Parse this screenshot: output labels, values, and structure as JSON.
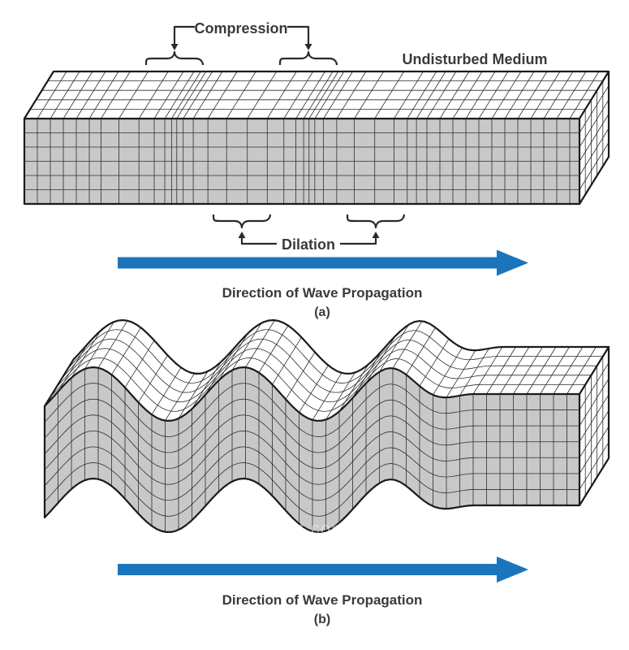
{
  "colors": {
    "arrow_blue": "#1b75bc",
    "block_gray": "#c8c8c8",
    "face_white": "#ffffff",
    "grid_line": "#2e2e2e",
    "outline": "#1b1b1b",
    "annotation": "#2a2a2a",
    "label_text": "#3a3a3a"
  },
  "diagram_a": {
    "compression_label": "Compression",
    "undisturbed_label": "Undisturbed Medium",
    "dilation_label": "Dilation",
    "arrow_label": "Direction of Wave Propagation",
    "caption": "(a)"
  },
  "diagram_b": {
    "arrow_label": "Direction of Wave Propagation",
    "caption": "(b)"
  },
  "watermark": "t.com"
}
